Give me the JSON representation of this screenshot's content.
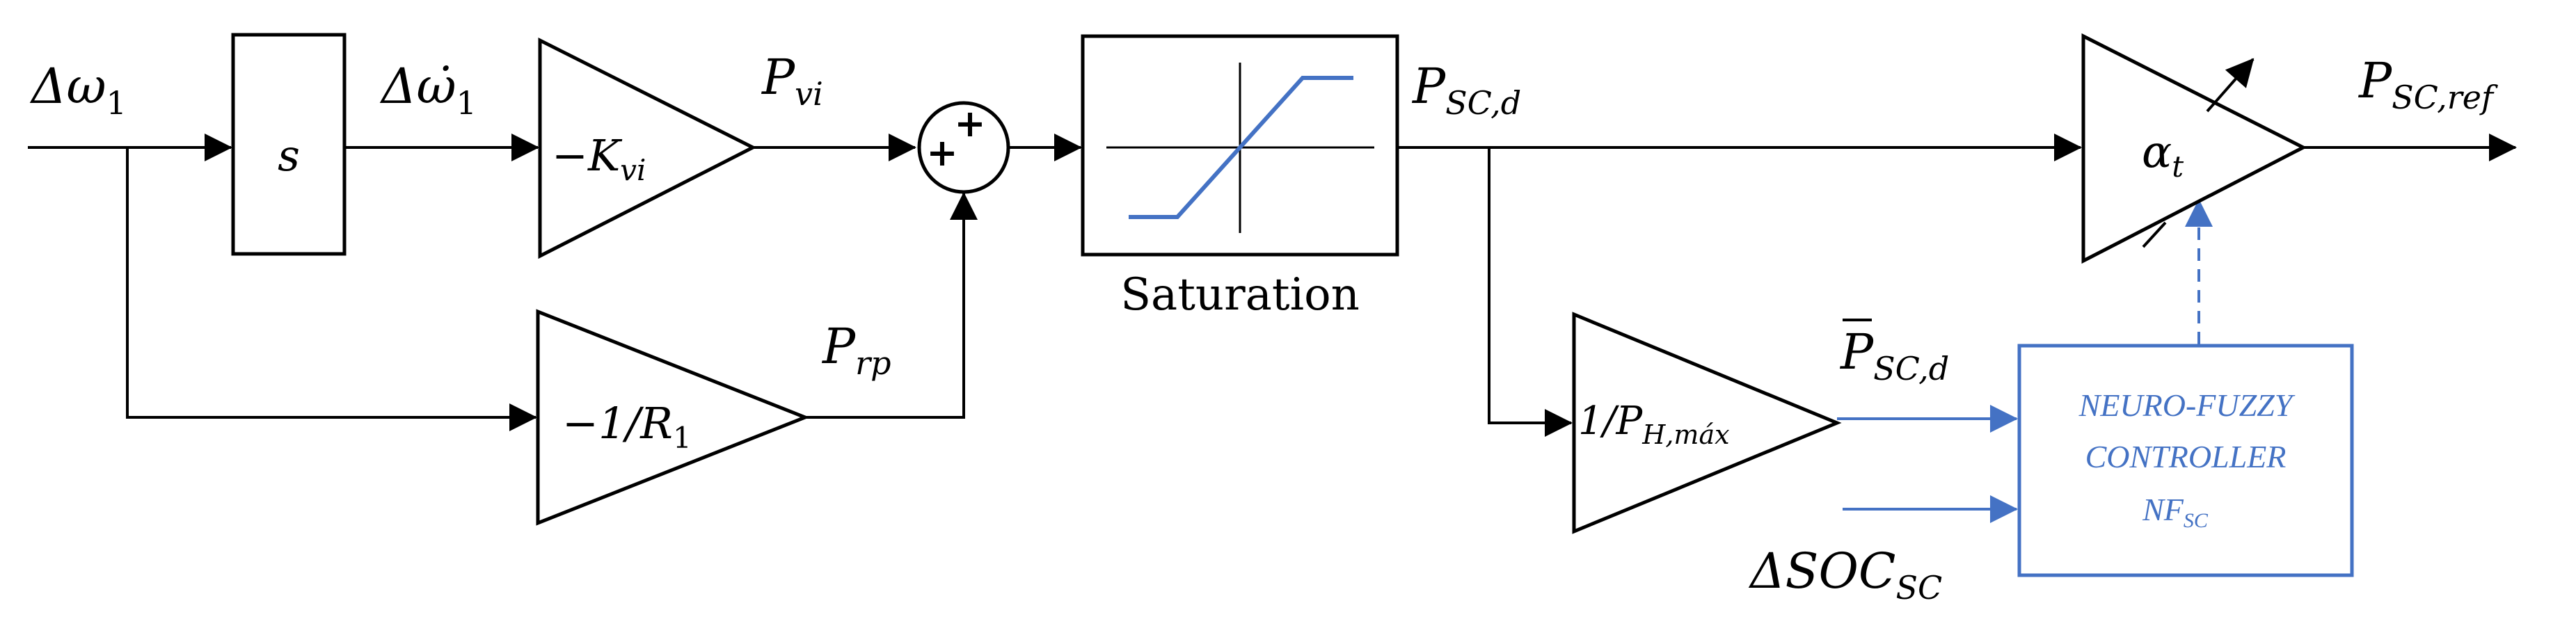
{
  "diagram": {
    "input_label": {
      "base": "Δω",
      "sub": "1"
    },
    "derivative_block": {
      "label": "s"
    },
    "derivative_out_label": {
      "base": "Δω̇",
      "sub": "1"
    },
    "gain_kvi": {
      "base": "−K",
      "sub": "vi"
    },
    "p_vi_label": {
      "base": "P",
      "sub": "vi"
    },
    "gain_r1": {
      "base": "−1/R",
      "sub": "1"
    },
    "p_rp_label": {
      "base": "P",
      "sub": "rp"
    },
    "summer": {
      "plus_top": "+",
      "plus_left": "+"
    },
    "saturation_label": "Saturation",
    "p_scd_label": {
      "base": "P",
      "sub": "SC,d"
    },
    "gain_ph": {
      "base": "1/P",
      "sub": "H,máx"
    },
    "p_scd_bar_label": {
      "base": "P",
      "sub": "SC,d"
    },
    "gain_alpha": {
      "base": "α",
      "sub": "t"
    },
    "output_label": {
      "base": "P",
      "sub": "SC,ref"
    },
    "soc_label": {
      "base": "ΔSOC",
      "sub": "SC"
    },
    "controller": {
      "line1": "NEURO-FUZZY",
      "line2": "CONTROLLER",
      "line3_base": "NF",
      "line3_sub": "SC"
    }
  },
  "colors": {
    "line": "#000000",
    "accent": "#4472C4",
    "background": "#ffffff"
  }
}
